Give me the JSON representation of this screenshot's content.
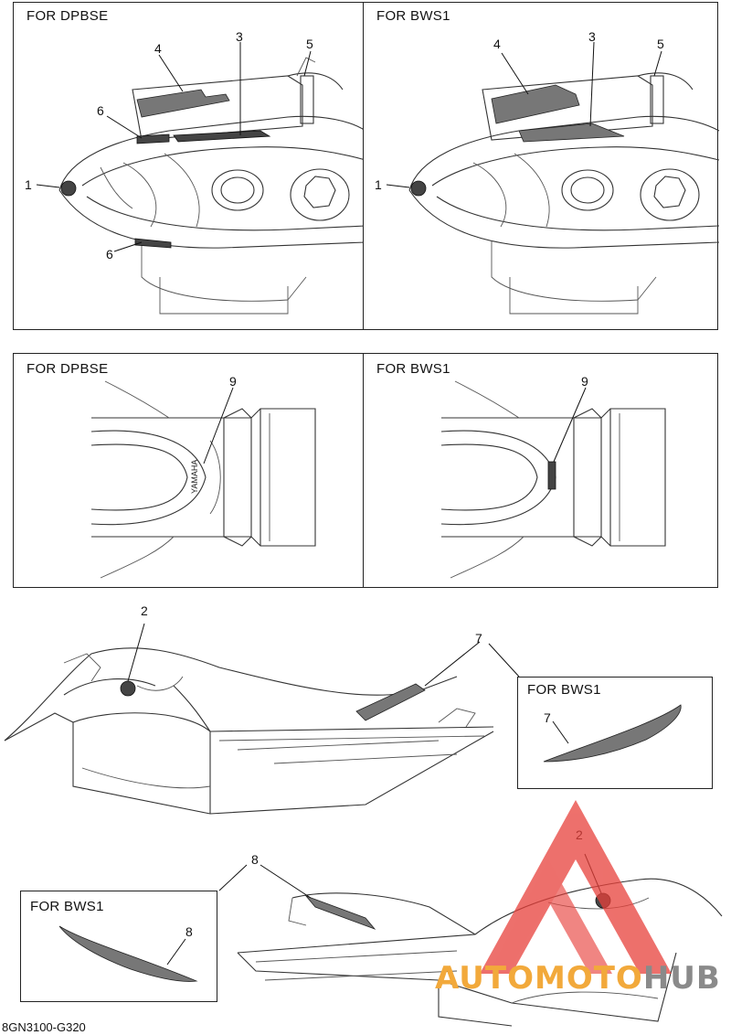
{
  "panels": {
    "top_left": {
      "title": "FOR DPBSE"
    },
    "top_right": {
      "title": "FOR BWS1"
    },
    "mid_left": {
      "title": "FOR DPBSE"
    },
    "mid_right": {
      "title": "FOR BWS1"
    },
    "inset_right": {
      "title": "FOR BWS1"
    },
    "inset_left": {
      "title": "FOR BWS1"
    }
  },
  "callouts": {
    "n1": "1",
    "n2": "2",
    "n3": "3",
    "n4": "4",
    "n5": "5",
    "n6": "6",
    "n7": "7",
    "n8": "8",
    "n9": "9"
  },
  "decal_text": {
    "yamaha": "YAMAHA"
  },
  "footer": {
    "code": "8GN3100-G320"
  },
  "watermark": {
    "part1": "AUTO",
    "part2": "MOTO",
    "part3": "HUB",
    "color_red": "#e8413b",
    "color_orange": "#f2a93b",
    "color_grey": "#8a8a8a"
  }
}
